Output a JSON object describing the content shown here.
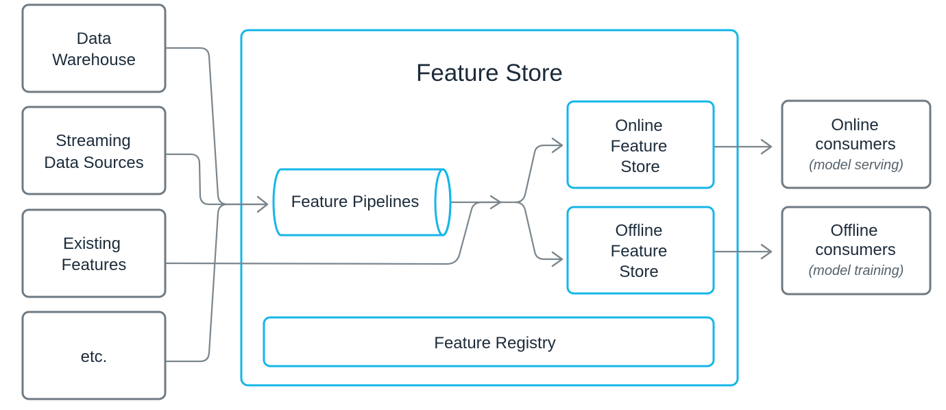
{
  "title": "Feature Store",
  "sources": [
    {
      "lines": [
        "Data",
        "Warehouse"
      ]
    },
    {
      "lines": [
        "Streaming",
        "Data Sources"
      ]
    },
    {
      "lines": [
        "Existing",
        "Features"
      ]
    },
    {
      "lines": [
        "etc."
      ]
    }
  ],
  "pipeline": {
    "label": "Feature Pipelines"
  },
  "online_store": {
    "lines": [
      "Online",
      "Feature",
      "Store"
    ]
  },
  "offline_store": {
    "lines": [
      "Offline",
      "Feature",
      "Store"
    ]
  },
  "registry": {
    "label": "Feature Registry"
  },
  "online_consumers": {
    "lines": [
      "Online",
      "consumers"
    ],
    "subtitle": "(model serving)"
  },
  "offline_consumers": {
    "lines": [
      "Offline",
      "consumers"
    ],
    "subtitle": "(model training)"
  },
  "colors": {
    "accent": "#14b6e8",
    "border": "#6f7a83",
    "connector": "#7a858d",
    "text": "#1c2b3a"
  }
}
